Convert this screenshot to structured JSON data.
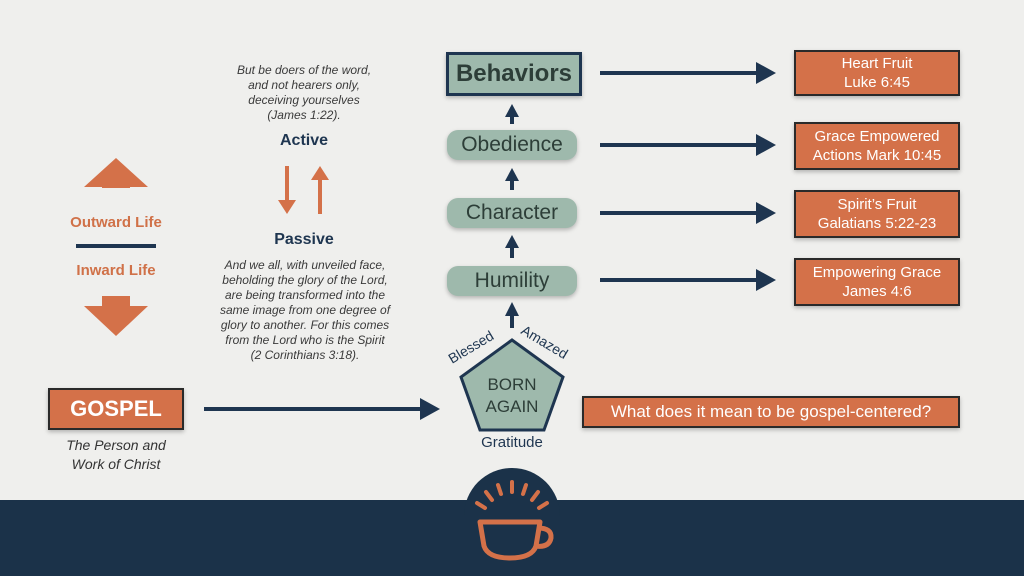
{
  "colors": {
    "navy": "#1e3550",
    "orange": "#d47149",
    "sage": "#9eb9ac",
    "background": "#efefed",
    "footer": "#1b3249"
  },
  "left_panel": {
    "outward_label": "Outward Life",
    "inward_label": "Inward Life"
  },
  "quotes": {
    "james": "But be doers of the word,\nand not hearers only,\ndeceiving yourselves\n(James 1:22).",
    "corinthians": "And we all, with unveiled face,\nbeholding the glory of the Lord,\nare being transformed into the\nsame image from one degree of\nglory to another. For this comes\nfrom the Lord who is the Spirit\n(2 Corinthians 3:18)."
  },
  "modes": {
    "active": "Active",
    "passive": "Passive"
  },
  "ladder": {
    "behaviors": "Behaviors",
    "obedience": "Obedience",
    "character": "Character",
    "humility": "Humility"
  },
  "outcomes": {
    "heart_fruit": "Heart Fruit\nLuke 6:45",
    "grace_empowered": "Grace Empowered\nActions Mark 10:45",
    "spirits_fruit": "Spirit’s Fruit\nGalatians 5:22-23",
    "empowering_grace": "Empowering Grace\nJames 4:6"
  },
  "pentagon": {
    "label_line1": "BORN",
    "label_line2": "AGAIN",
    "left_word": "Blessed",
    "right_word": "Amazed",
    "bottom_word": "Gratitude"
  },
  "gospel": {
    "label": "GOSPEL",
    "subtitle": "The Person and\nWork of Christ"
  },
  "question": "What does it mean to be gospel-centered?",
  "footer": {
    "logo_icon": "coffee-cup-sunrise-icon"
  }
}
